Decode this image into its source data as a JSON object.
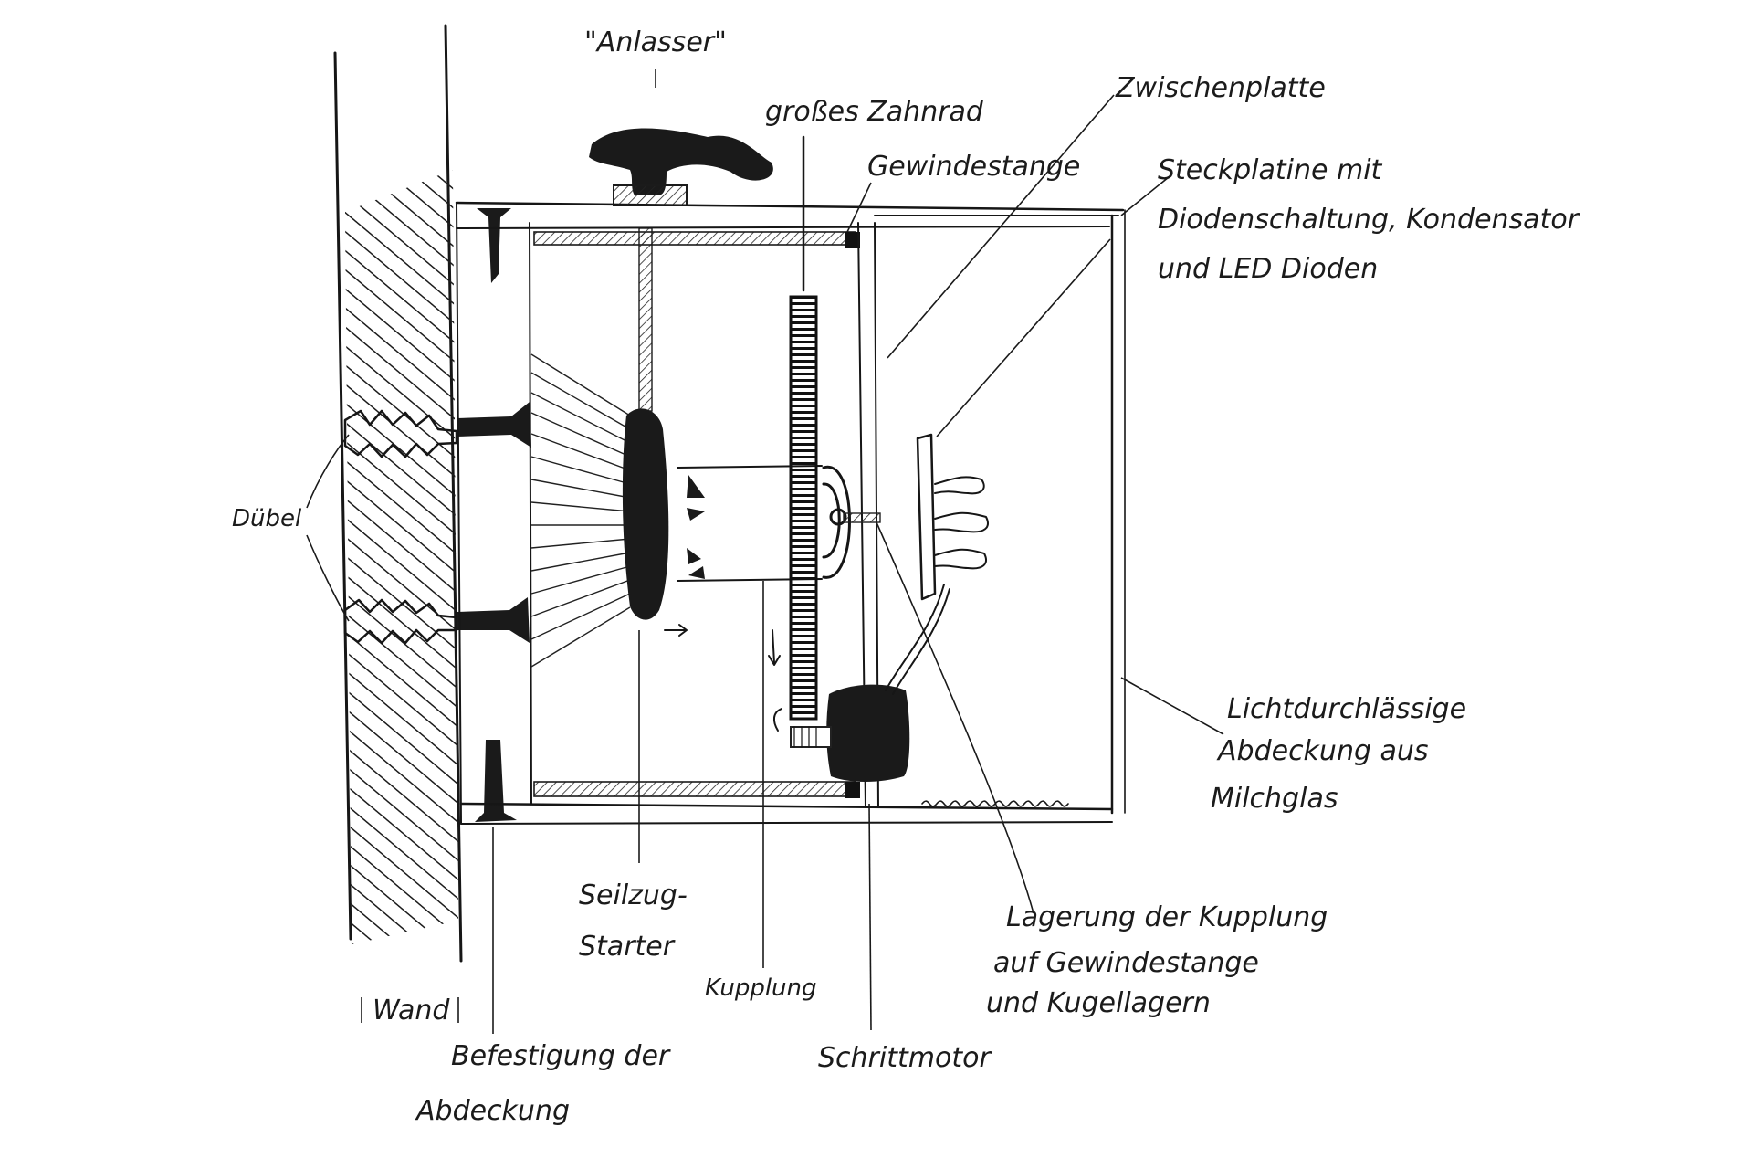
{
  "labels": {
    "anlasser": "\"Anlasser\"",
    "grosses_zahnrad": "großes Zahnrad",
    "gewindestange": "Gewindestange",
    "zwischenplatte": "Zwischenplatte",
    "steckplatine_1": "Steckplatine mit",
    "steckplatine_2": "Diodenschaltung, Kondensator",
    "steckplatine_3": "und LED Dioden",
    "duebel": "Dübel",
    "lichtdurchlaessig_1": "Lichtdurchlässige",
    "lichtdurchlaessig_2": "Abdeckung aus",
    "lichtdurchlaessig_3": "Milchglas",
    "seilzug_1": "Seilzug-",
    "seilzug_2": "Starter",
    "kupplung": "Kupplung",
    "lagerung_1": "Lagerung der Kupplung",
    "lagerung_2": "auf Gewindestange",
    "lagerung_3": "und Kugellagern",
    "wand": "Wand",
    "befestigung_1": "Befestigung der",
    "befestigung_2": "Abdeckung",
    "schrittmotor": "Schrittmotor"
  },
  "colors": {
    "ink": "#161616",
    "paper": "#ffffff"
  }
}
